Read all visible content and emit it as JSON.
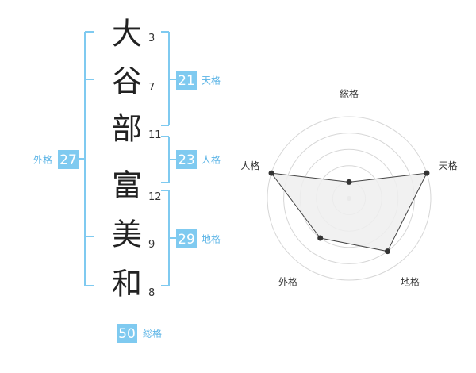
{
  "name_chars": [
    {
      "char": "大",
      "strokes": "3"
    },
    {
      "char": "谷",
      "strokes": "7"
    },
    {
      "char": "部",
      "strokes": "11"
    },
    {
      "char": "富",
      "strokes": "12"
    },
    {
      "char": "美",
      "strokes": "9"
    },
    {
      "char": "和",
      "strokes": "8"
    }
  ],
  "fortunes": {
    "tenkaku": {
      "value": "21",
      "label": "天格"
    },
    "jinkaku": {
      "value": "23",
      "label": "人格"
    },
    "chikaku": {
      "value": "29",
      "label": "地格"
    },
    "gaikaku": {
      "value": "27",
      "label": "外格"
    },
    "soukaku": {
      "value": "50",
      "label": "総格"
    }
  },
  "chart_data": {
    "type": "radar",
    "axes": [
      "総格",
      "天格",
      "地格",
      "外格",
      "人格"
    ],
    "values": [
      1,
      5,
      4,
      3,
      5
    ],
    "max": 5,
    "rings": 5
  },
  "colors": {
    "accent": "#7fcaf0",
    "accent_text": "#5bb4e6",
    "label_text": "#333333",
    "radar_fill": "#eeeeee",
    "radar_grid": "#d6d6d6"
  }
}
